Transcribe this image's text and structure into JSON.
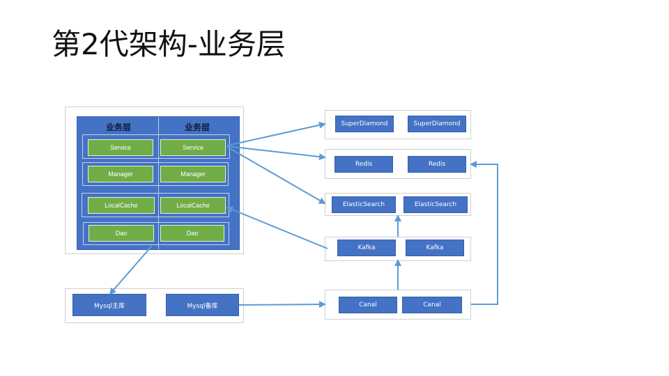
{
  "title": "第2代架构-业务层",
  "business_layer": {
    "left_header": "业务层",
    "right_header": "业务层",
    "left_column": [
      "Service",
      "Manager",
      "LocalCache",
      "Dao"
    ],
    "right_column": [
      "Service",
      "Manager",
      "LocalCache",
      "Dao"
    ]
  },
  "clusters": {
    "superdiamond": [
      "SuperDiamond",
      "SuperDiamond"
    ],
    "redis": [
      "Redis",
      "Redis"
    ],
    "elasticsearch": [
      "ElasticSearch",
      "ElasticSearch"
    ],
    "kafka": [
      "Kafka",
      "Kafka"
    ],
    "canal": [
      "Canal",
      "Canal"
    ],
    "mysql": [
      "Mysql主库",
      "Mysql备库"
    ]
  },
  "colors": {
    "blue": "#4472c4",
    "green": "#70ad47",
    "arrow": "#5b9bd5"
  }
}
